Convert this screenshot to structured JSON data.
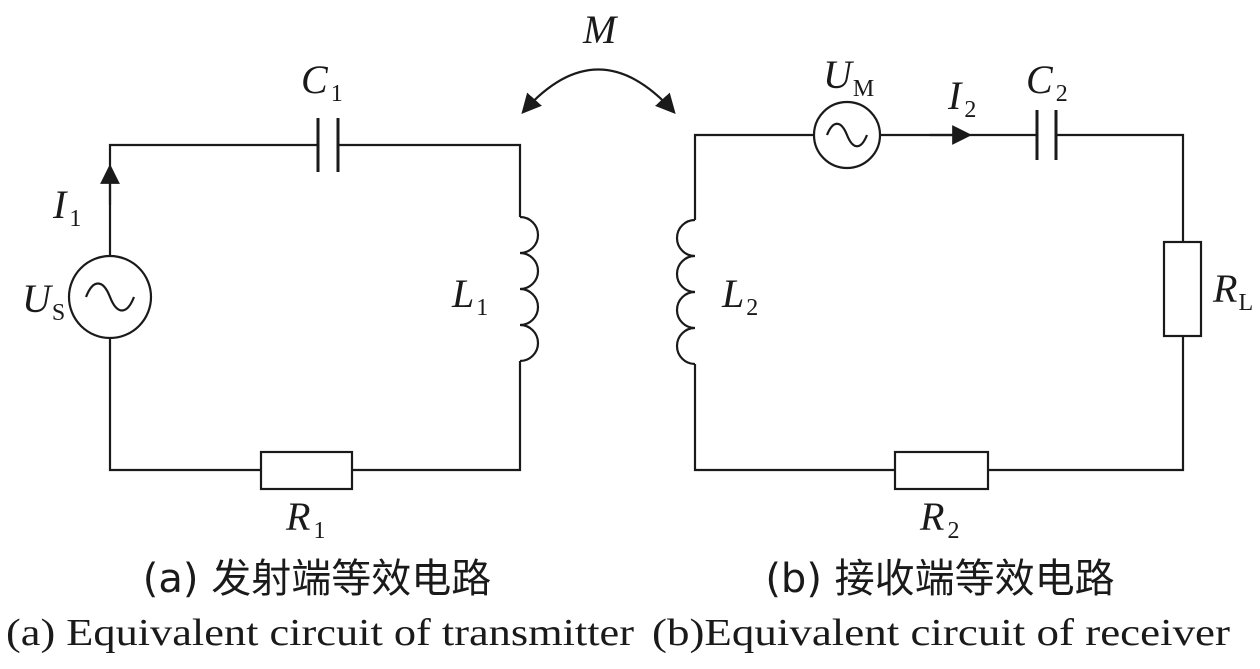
{
  "coupling": {
    "label": "M"
  },
  "transmitter": {
    "capacitor": {
      "label": "C",
      "sub": "1"
    },
    "inductor": {
      "label": "L",
      "sub": "1"
    },
    "source": {
      "label": "U",
      "sub": "S"
    },
    "current": {
      "label": "I",
      "sub": "1"
    },
    "resistor": {
      "label": "R",
      "sub": "1"
    },
    "caption_cn": "(a) 发射端等效电路",
    "caption_en": "(a) Equivalent circuit of transmitter"
  },
  "receiver": {
    "source": {
      "label": "U",
      "sub": "M"
    },
    "current": {
      "label": "I",
      "sub": "2"
    },
    "capacitor": {
      "label": "C",
      "sub": "2"
    },
    "inductor": {
      "label": "L",
      "sub": "2"
    },
    "load": {
      "label": "R",
      "sub": "L"
    },
    "resistor": {
      "label": "R",
      "sub": "2"
    },
    "caption_cn": "(b) 接收端等效电路",
    "caption_en": "(b)Equivalent circuit of receiver"
  }
}
